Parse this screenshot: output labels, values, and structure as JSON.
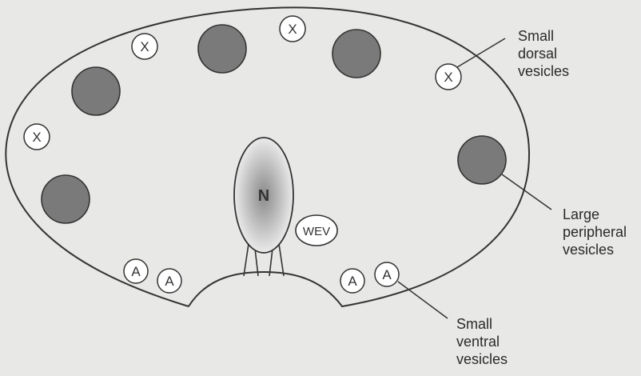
{
  "nucleus_label": "N",
  "wev_label": "WEV",
  "small_dorsal_marker": "X",
  "small_ventral_marker": "A",
  "labels": {
    "small_dorsal": "Small\ndorsal\nvesicles",
    "large_peripheral": "Large\nperipheral\nvesicles",
    "small_ventral": "Small\nventral\nvesicles"
  },
  "colors": {
    "background": "#e8e8e6",
    "outline": "#333333",
    "large_vesicle_fill": "#7a7a7a",
    "small_vesicle_fill": "#ffffff"
  }
}
